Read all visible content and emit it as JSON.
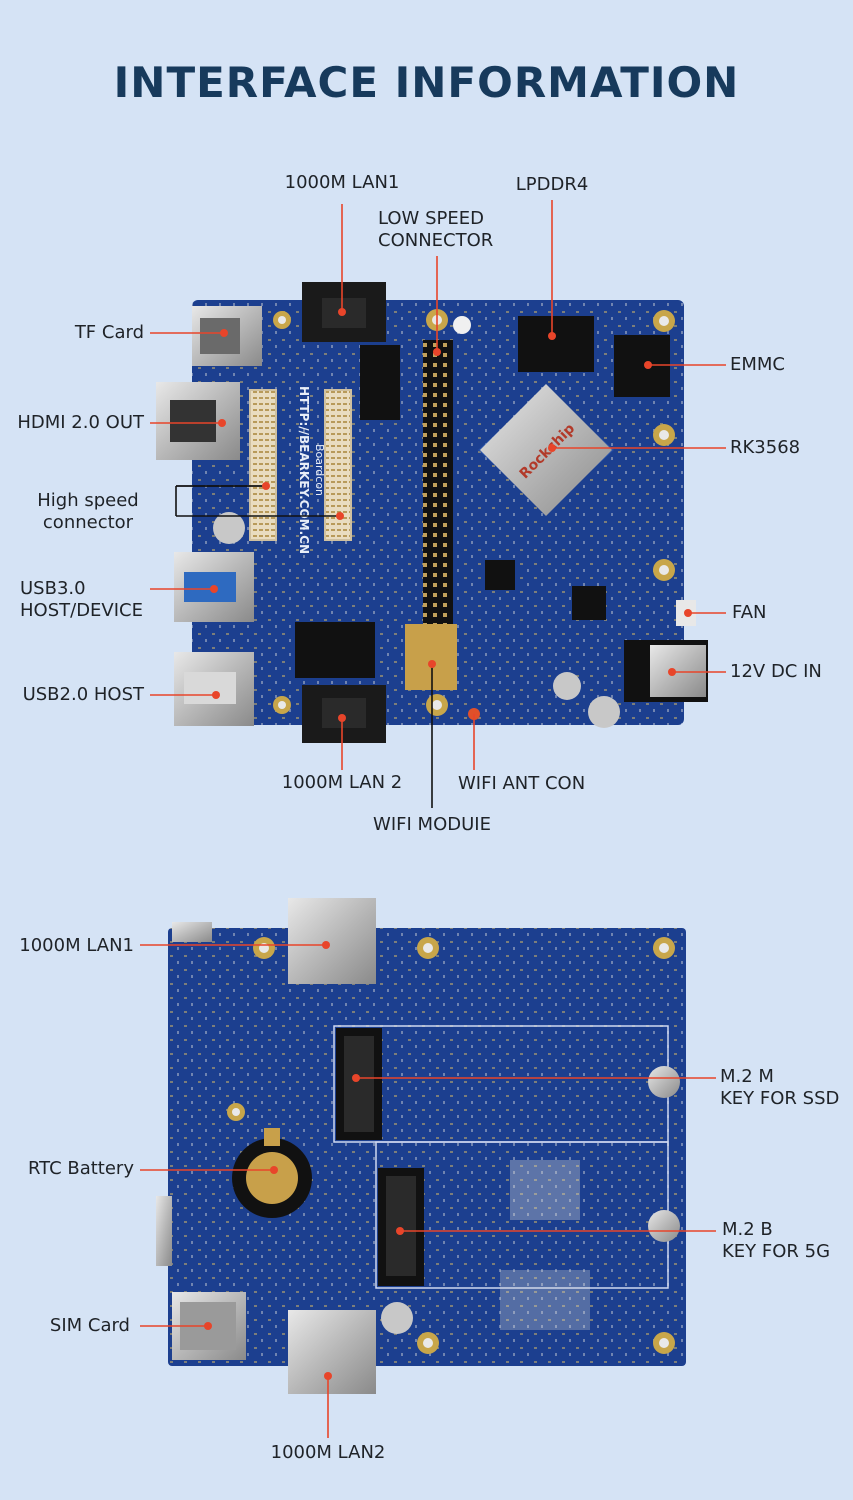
{
  "title": "INTERFACE INFORMATION",
  "top_board": {
    "board_print_brand": "Boardcon",
    "board_print_url": "HTTP://BEARKEY.COM.CN",
    "soc_marking": "Rockchip",
    "labels": {
      "lan1": "1000M LAN1",
      "lpddr4": "LPDDR4",
      "low_speed": "LOW SPEED\nCONNECTOR",
      "tf_card": "TF Card",
      "hdmi": "HDMI 2.0 OUT",
      "high_speed": "High speed\nconnector",
      "usb3": "USB3.0\nHOST/DEVICE",
      "usb2": "USB2.0 HOST",
      "emmc": "EMMC",
      "rk3568": "RK3568",
      "fan": "FAN",
      "dc_in": "12V DC IN",
      "lan2": "1000M LAN 2",
      "wifi_ant": "WIFI ANT CON",
      "wifi_module": "WIFI MODUIE"
    }
  },
  "bottom_board": {
    "labels": {
      "lan1": "1000M LAN1",
      "m2m": "M.2 M\nKEY FOR SSD",
      "rtc": "RTC Battery",
      "m2b": "M.2 B\nKEY FOR 5G",
      "sim": "SIM Card",
      "lan2": "1000M LAN2"
    }
  },
  "colors": {
    "background": "#d5e3f5",
    "title": "#173a5c",
    "pcb": "#1c3f8f",
    "leader_line": "#e8452a",
    "label_text": "#1f2328"
  }
}
